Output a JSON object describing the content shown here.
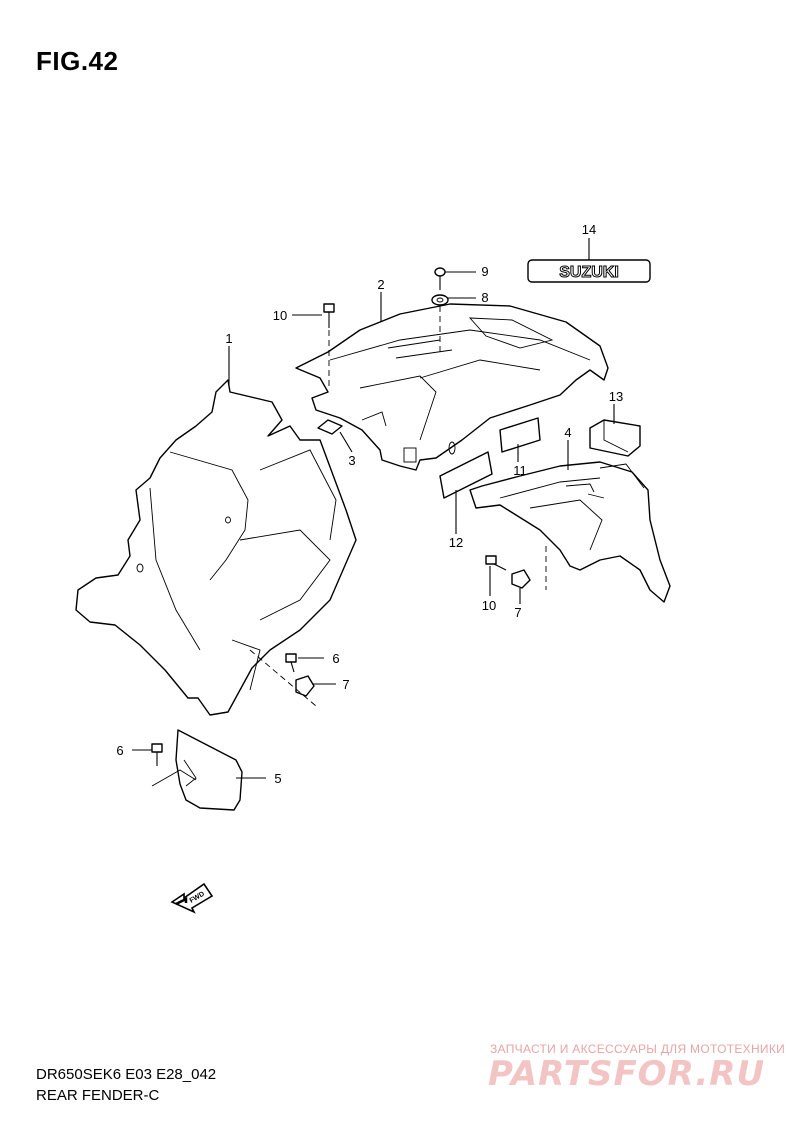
{
  "figure": {
    "title": "FIG.42"
  },
  "callouts": {
    "p1": "1",
    "p2": "2",
    "p3": "3",
    "p4": "4",
    "p5": "5",
    "p6a": "6",
    "p6b": "6",
    "p7a": "7",
    "p7b": "7",
    "p8": "8",
    "p9": "9",
    "p10a": "10",
    "p10b": "10",
    "p11": "11",
    "p12": "12",
    "p13": "13",
    "p14": "14"
  },
  "emblem": {
    "text": "SUZUKI"
  },
  "direction": {
    "text": "FWD"
  },
  "footer": {
    "code": "DR650SEK6 E03 E28_042",
    "name": "REAR FENDER-C"
  },
  "watermark": {
    "tagline": "ЗАПЧАСТИ И АКСЕССУАРЫ ДЛЯ МОТОТЕХНИКИ",
    "logo": "PARTSFOR.RU"
  }
}
